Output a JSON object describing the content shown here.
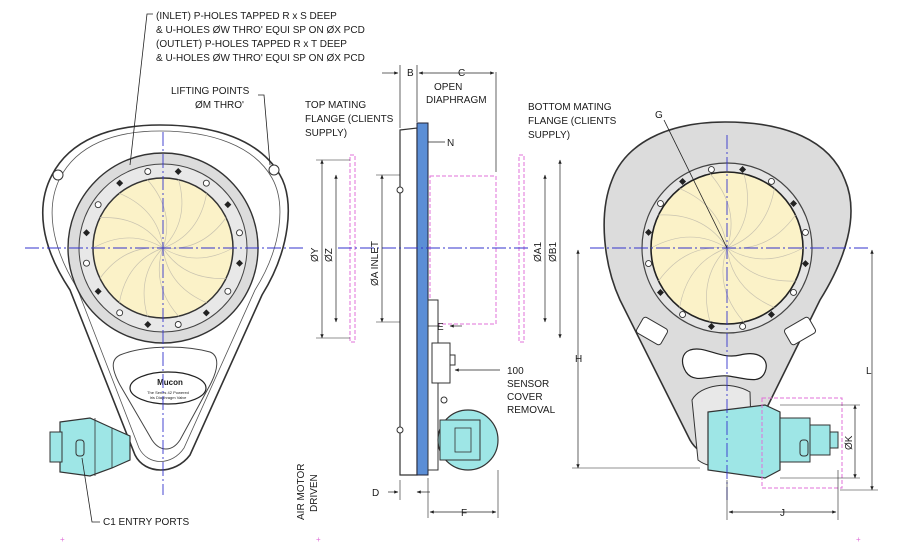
{
  "notes": {
    "inlet_line1": "(INLET) P-HOLES TAPPED R x S DEEP",
    "inlet_line2": "& U-HOLES ØW THRO' EQUI SP ON ØX PCD",
    "outlet_line1": "(OUTLET) P-HOLES TAPPED R x T DEEP",
    "outlet_line2": "& U-HOLES ØW THRO' EQUI SP ON ØX PCD",
    "lifting_line1": "LIFTING POINTS",
    "lifting_line2": "ØM THRO'",
    "c1_entry": "C1 ENTRY PORTS",
    "air_motor_line1": "AIR MOTOR",
    "air_motor_line2": "DRIVEN"
  },
  "logo": {
    "brand": "Mucon",
    "tagline1": "The Series 42 Powered",
    "tagline2": "Iris Diaphragm Valve"
  },
  "side_view": {
    "top_flange_line1": "TOP MATING",
    "top_flange_line2": "FLANGE (CLIENTS",
    "top_flange_line3": "SUPPLY)",
    "bottom_flange_line1": "BOTTOM MATING",
    "bottom_flange_line2": "FLANGE (CLIENTS",
    "bottom_flange_line3": "SUPPLY)",
    "open_line1": "OPEN",
    "open_line2": "DIAPHRAGM",
    "sensor_line1": "100",
    "sensor_line2": "SENSOR",
    "sensor_line3": "COVER",
    "sensor_line4": "REMOVAL"
  },
  "dims": {
    "B": "B",
    "C": "C",
    "D": "D",
    "E": "E",
    "F": "F",
    "G": "G",
    "H": "H",
    "J": "J",
    "K": "ØK",
    "L": "L",
    "N": "N",
    "Y": "ØY",
    "Z": "ØZ",
    "A_inlet": "ØA INLET",
    "A1": "ØA1",
    "B1": "ØB1"
  },
  "colors": {
    "body_gray": "#dcdcdc",
    "diaphragm": "#fbf2c8",
    "motor": "#9ee6e6",
    "centerline": "#3333cc",
    "flange_pink": "#e070d8",
    "side_blue": "#5b8ed6"
  }
}
